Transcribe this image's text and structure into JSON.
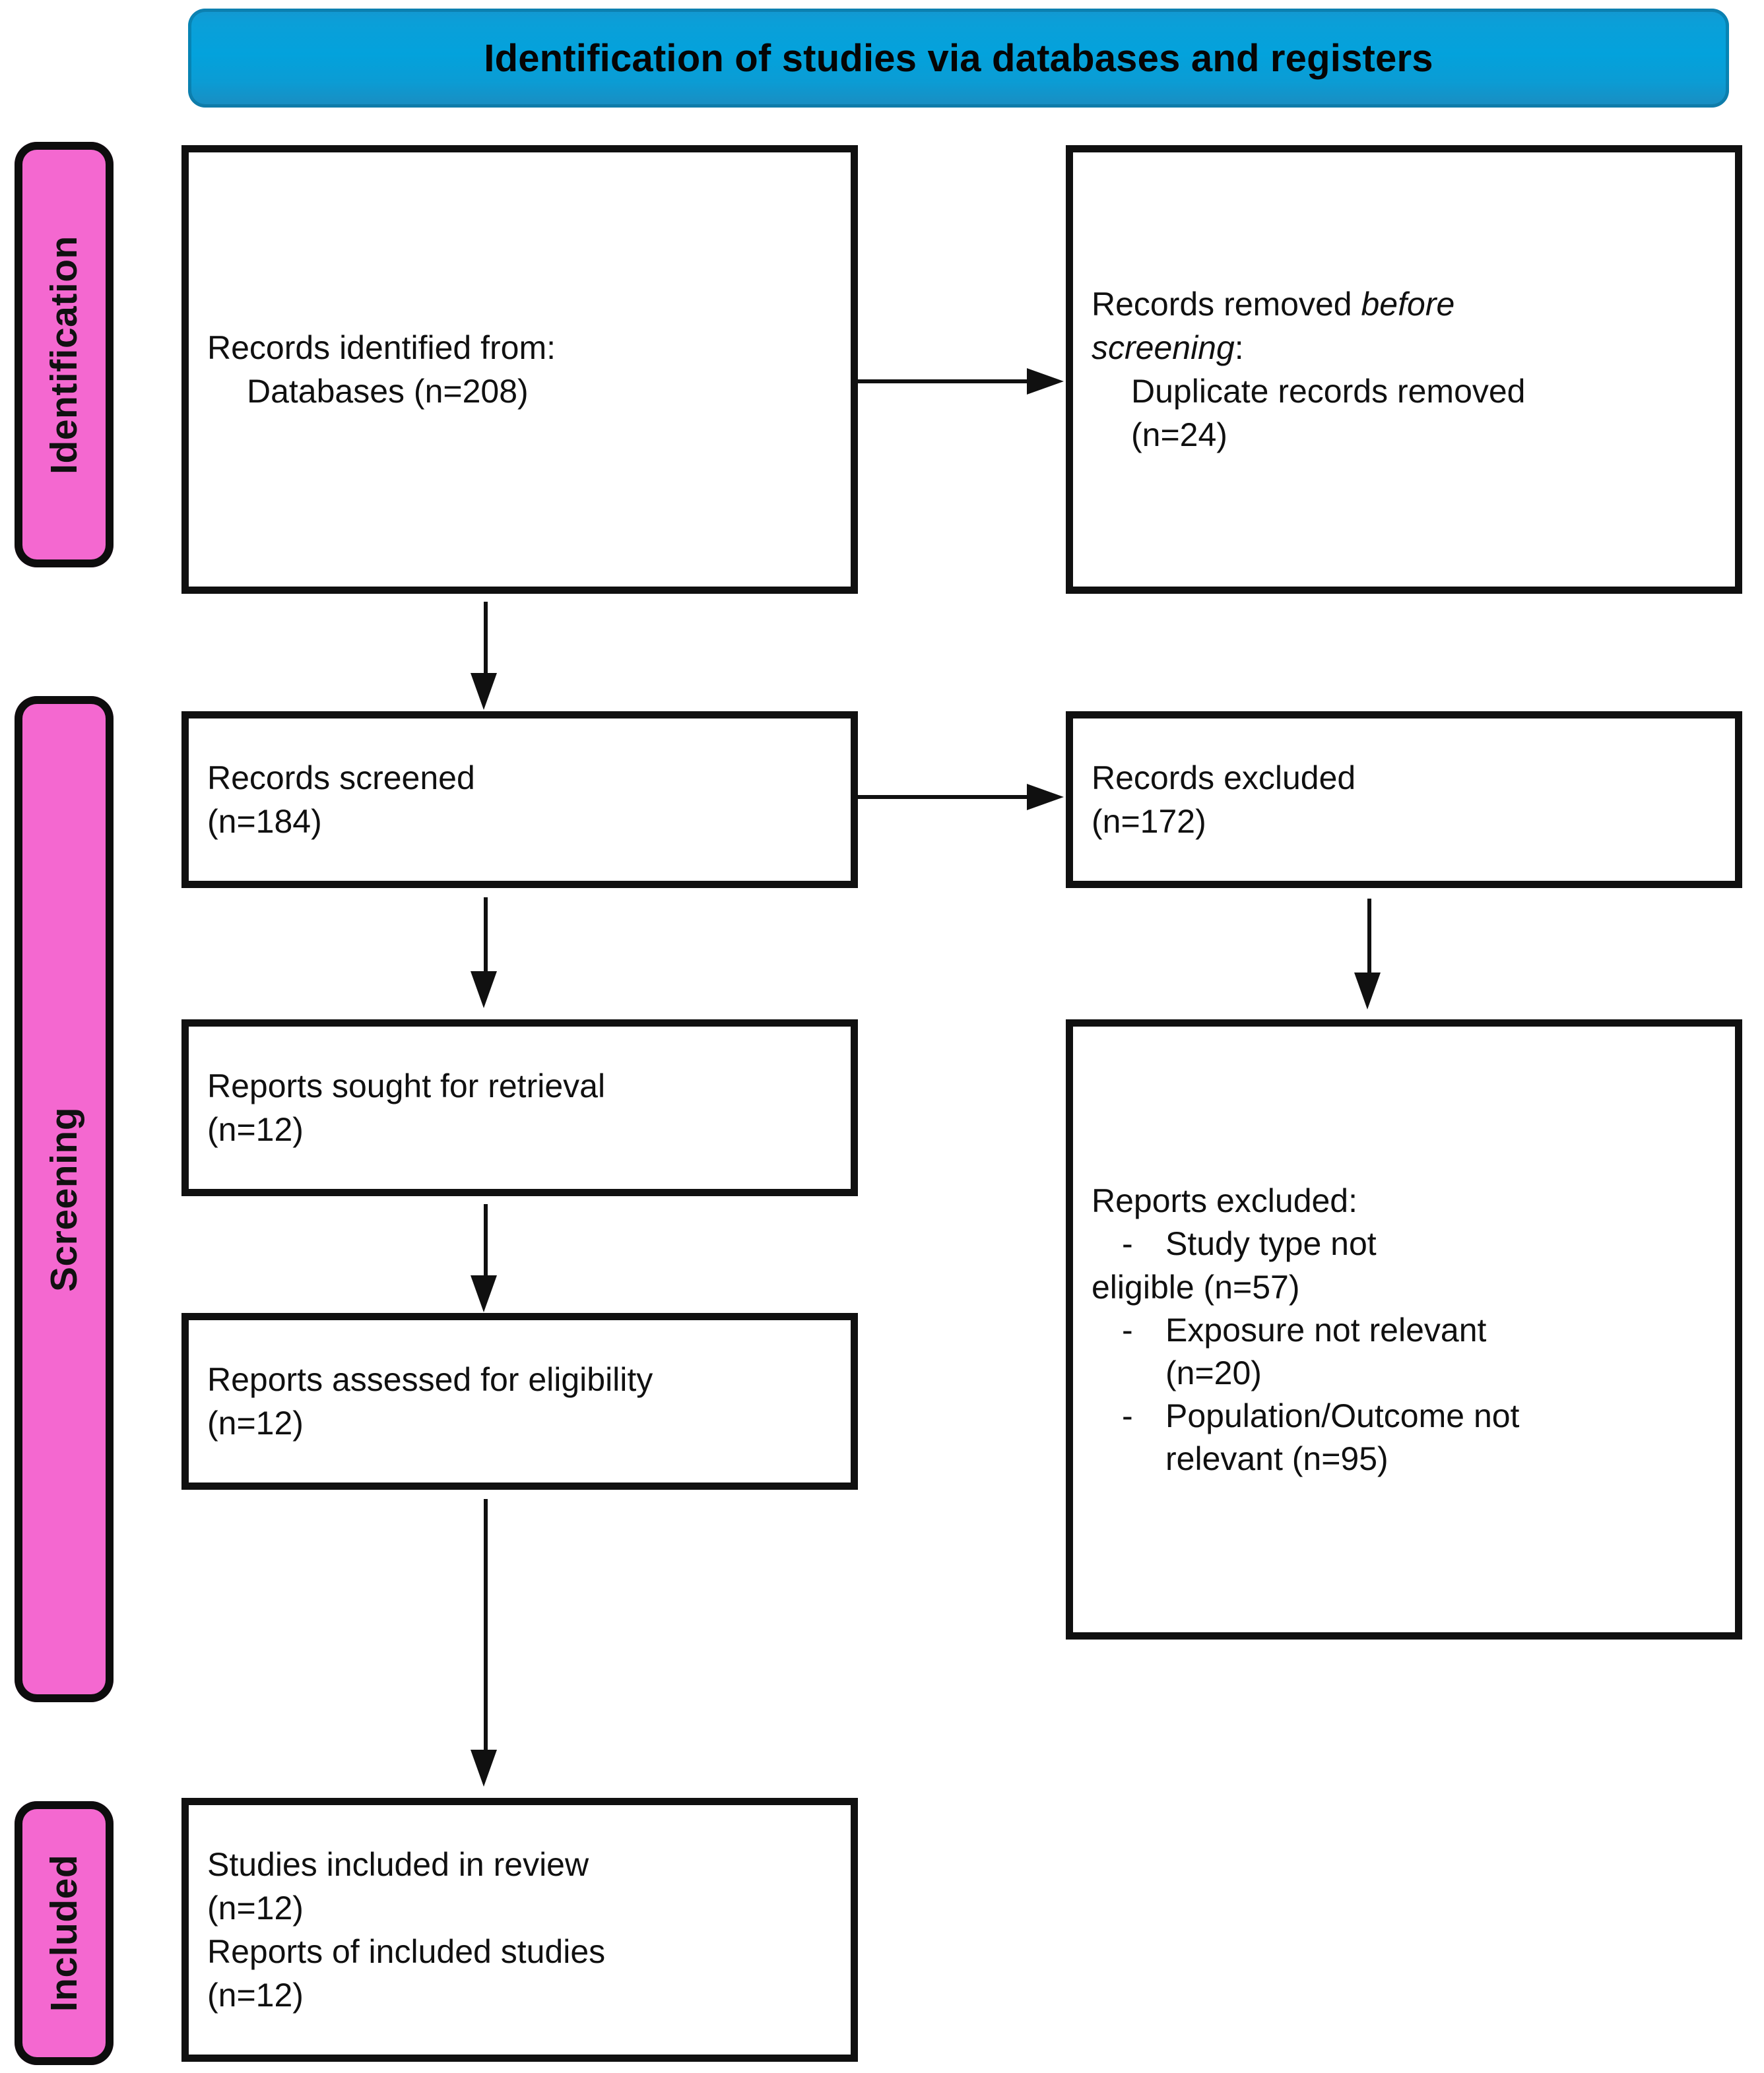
{
  "banner": {
    "title": "Identification of studies via databases and registers",
    "color": "#03a2dc"
  },
  "stages": {
    "accent_color": "#f468d0",
    "identification": "Identification",
    "screening": "Screening",
    "included": "Included"
  },
  "boxes": {
    "identified": {
      "line1": "Records identified from:",
      "line2": "Databases (n=208)"
    },
    "removed": {
      "line1_pre": "Records removed ",
      "line1_italic": "before",
      "line2_italic": "screening",
      "line2_post": ":",
      "line3": "Duplicate records removed",
      "line4": "(n=24)"
    },
    "screened": {
      "line1": "Records screened",
      "line2": "(n=184)"
    },
    "records_excluded": {
      "line1": "Records excluded",
      "line2": "(n=172)"
    },
    "sought": {
      "line1": "Reports sought for retrieval",
      "line2": "(n=12)"
    },
    "assessed": {
      "line1": "Reports assessed for eligibility",
      "line2": "(n=12)"
    },
    "reports_excluded": {
      "heading": "Reports excluded:",
      "dash": "-",
      "items": [
        {
          "first": "Study type not",
          "second": "eligible (n=57)"
        },
        {
          "first": "Exposure not relevant",
          "second": "(n=20)"
        },
        {
          "first": "Population/Outcome not",
          "second": "relevant (n=95)"
        }
      ]
    },
    "included": {
      "line1": "Studies included in review",
      "line2": "(n=12)",
      "line3": "Reports of included studies",
      "line4": "(n=12)"
    }
  }
}
